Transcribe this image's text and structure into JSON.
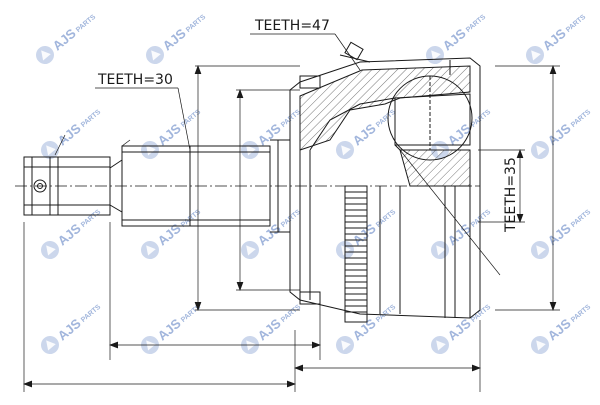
{
  "labels": {
    "teeth_47": "TEETH=47",
    "teeth_30": "TEETH=30",
    "teeth_35": "TEETH=35"
  },
  "watermark": {
    "brand": "AJS",
    "suffix": "PARTS"
  },
  "colors": {
    "line": "#1a1a1a",
    "watermark": "#2d5bb0"
  }
}
